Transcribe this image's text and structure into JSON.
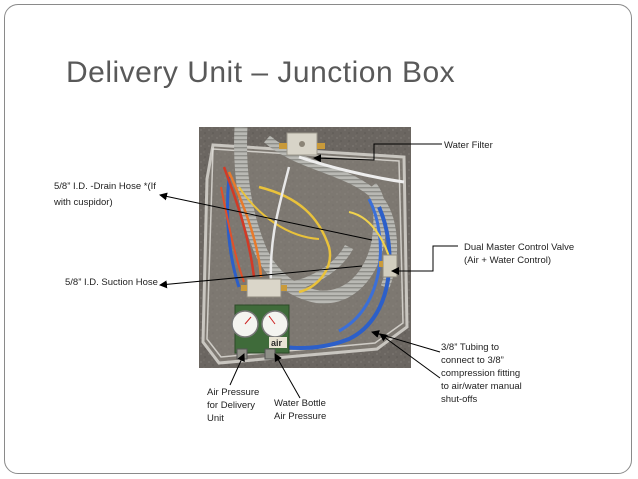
{
  "slide": {
    "title": "Delivery Unit – Junction Box",
    "labels": {
      "water_filter": "Water Filter",
      "drain_hose_line1": "5/8” I.D. -Drain Hose *(If",
      "drain_hose_line2": "with cuspidor)",
      "suction_hose": "5/8” I.D. Suction Hose",
      "dual_valve_line1": "Dual Master Control Valve",
      "dual_valve_line2": "(Air + Water Control)",
      "tubing_line1": "3/8” Tubing to",
      "tubing_line2": "connect to 3/8”",
      "tubing_line3": "compression fitting",
      "tubing_line4": "to air/water manual",
      "tubing_line5": "shut-offs",
      "air_pressure_line1": "Air Pressure",
      "air_pressure_line2": "for Delivery",
      "air_pressure_line3": "Unit",
      "water_bottle_line1": "Water Bottle",
      "water_bottle_line2": "Air Pressure"
    },
    "photo_text": {
      "gauge_block_label": "air"
    }
  }
}
